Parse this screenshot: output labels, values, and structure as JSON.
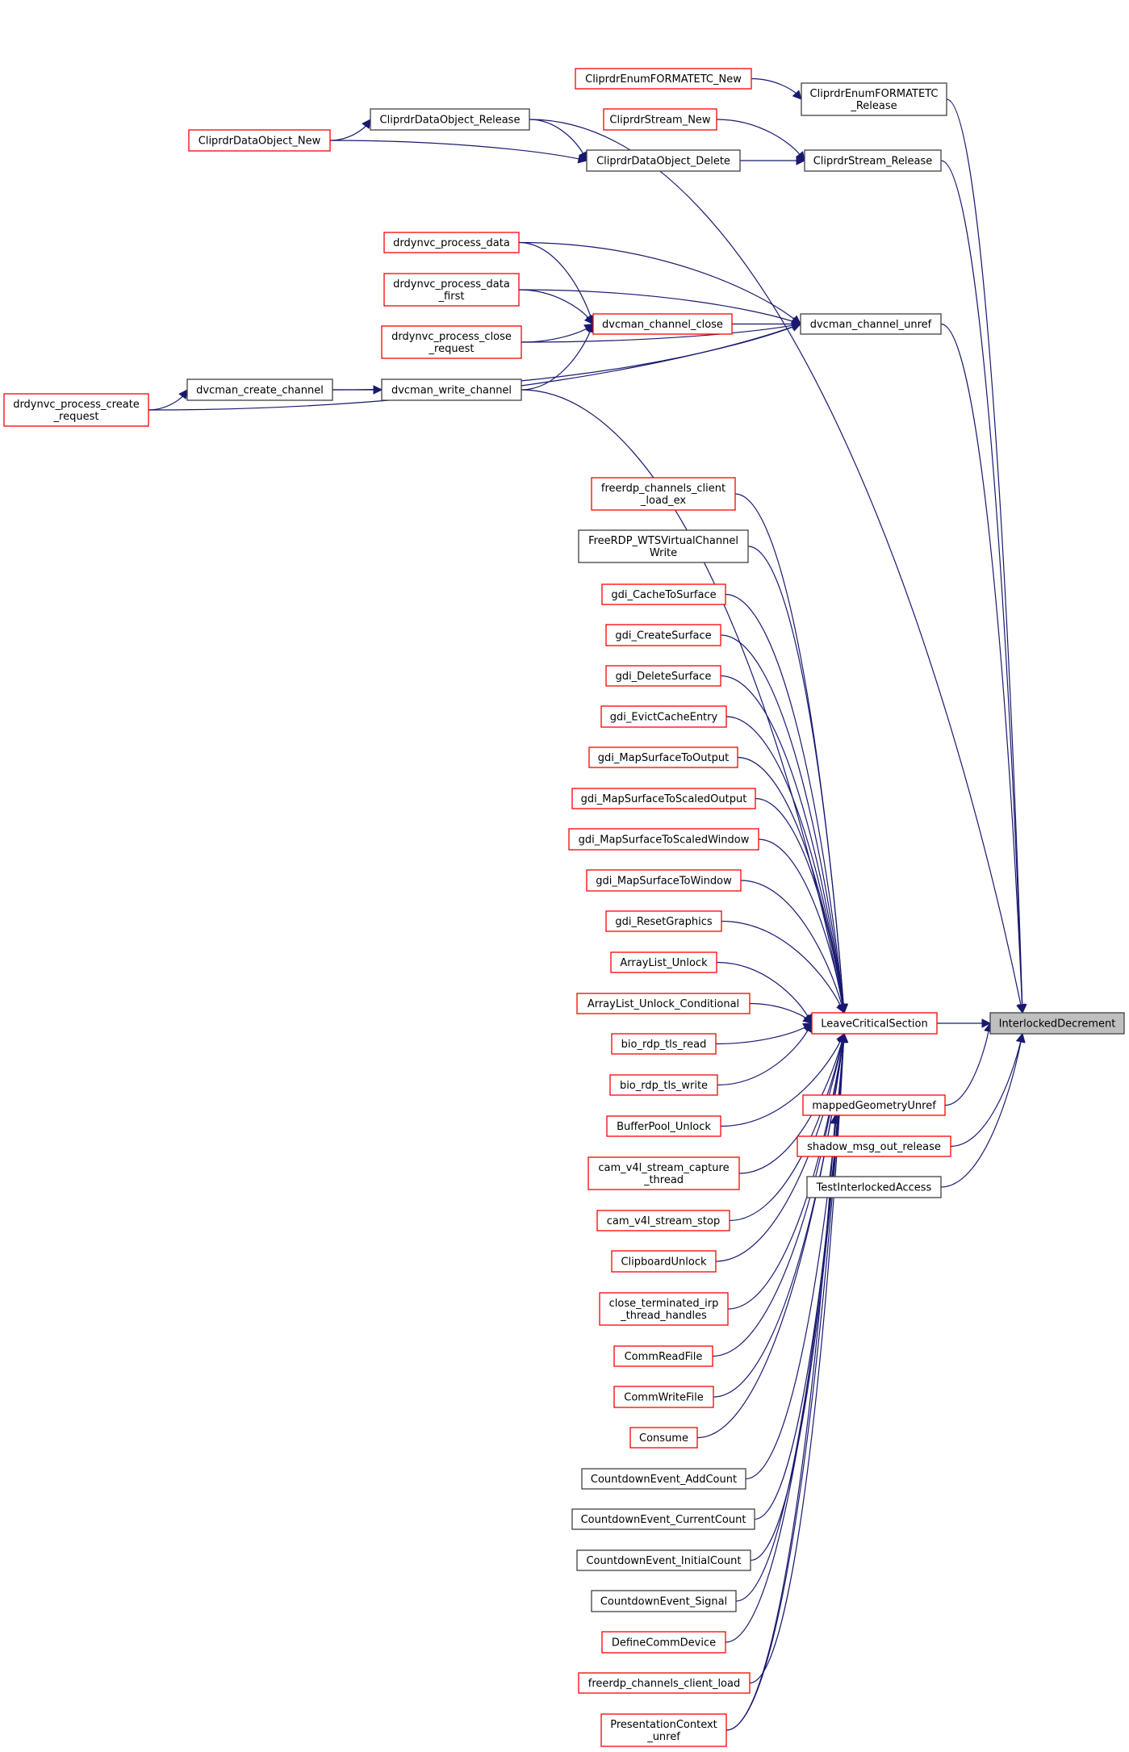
{
  "title": "InterlockedDecrement caller graph",
  "colors": {
    "edge": "#191970",
    "focus_fill": "#bfbfbf",
    "border_default": "#000000",
    "border_truncated": "#ff0000",
    "node_fill": "#ffffff"
  },
  "nodes": [
    {
      "id": "InterlockedDecrement",
      "lines": [
        "InterlockedDecrement"
      ],
      "style": "focus"
    },
    {
      "id": "LeaveCriticalSection",
      "lines": [
        "LeaveCriticalSection"
      ],
      "style": "red"
    },
    {
      "id": "mappedGeometryUnref",
      "lines": [
        "mappedGeometryUnref"
      ],
      "style": "red"
    },
    {
      "id": "shadow_msg_out_release",
      "lines": [
        "shadow_msg_out_release"
      ],
      "style": "red"
    },
    {
      "id": "TestInterlockedAccess",
      "lines": [
        "TestInterlockedAccess"
      ],
      "style": "black"
    },
    {
      "id": "CliprdrEnumFORMATETC_Release",
      "lines": [
        "CliprdrEnumFORMATETC",
        "_Release"
      ],
      "style": "black"
    },
    {
      "id": "CliprdrStream_Release",
      "lines": [
        "CliprdrStream_Release"
      ],
      "style": "black"
    },
    {
      "id": "dvcman_channel_unref",
      "lines": [
        "dvcman_channel_unref"
      ],
      "style": "black"
    },
    {
      "id": "CliprdrEnumFORMATETC_New",
      "lines": [
        "CliprdrEnumFORMATETC_New"
      ],
      "style": "red"
    },
    {
      "id": "CliprdrStream_New",
      "lines": [
        "CliprdrStream_New"
      ],
      "style": "red"
    },
    {
      "id": "CliprdrDataObject_Delete",
      "lines": [
        "CliprdrDataObject_Delete"
      ],
      "style": "black"
    },
    {
      "id": "CliprdrDataObject_Release",
      "lines": [
        "CliprdrDataObject_Release"
      ],
      "style": "black"
    },
    {
      "id": "CliprdrDataObject_New",
      "lines": [
        "CliprdrDataObject_New"
      ],
      "style": "red"
    },
    {
      "id": "dvcman_channel_close",
      "lines": [
        "dvcman_channel_close"
      ],
      "style": "red"
    },
    {
      "id": "drdynvc_process_data",
      "lines": [
        "drdynvc_process_data"
      ],
      "style": "red"
    },
    {
      "id": "drdynvc_process_data_first",
      "lines": [
        "drdynvc_process_data",
        "_first"
      ],
      "style": "red"
    },
    {
      "id": "drdynvc_process_close_request",
      "lines": [
        "drdynvc_process_close",
        "_request"
      ],
      "style": "red"
    },
    {
      "id": "dvcman_write_channel",
      "lines": [
        "dvcman_write_channel"
      ],
      "style": "black"
    },
    {
      "id": "dvcman_create_channel",
      "lines": [
        "dvcman_create_channel"
      ],
      "style": "black"
    },
    {
      "id": "drdynvc_process_create_request",
      "lines": [
        "drdynvc_process_create",
        "_request"
      ],
      "style": "red"
    },
    {
      "id": "freerdp_channels_client_load_ex",
      "lines": [
        "freerdp_channels_client",
        "_load_ex"
      ],
      "style": "red"
    },
    {
      "id": "FreeRDP_WTSVirtualChannelWrite",
      "lines": [
        "FreeRDP_WTSVirtualChannel",
        "Write"
      ],
      "style": "black"
    },
    {
      "id": "gdi_CacheToSurface",
      "lines": [
        "gdi_CacheToSurface"
      ],
      "style": "red"
    },
    {
      "id": "gdi_CreateSurface",
      "lines": [
        "gdi_CreateSurface"
      ],
      "style": "red"
    },
    {
      "id": "gdi_DeleteSurface",
      "lines": [
        "gdi_DeleteSurface"
      ],
      "style": "red"
    },
    {
      "id": "gdi_EvictCacheEntry",
      "lines": [
        "gdi_EvictCacheEntry"
      ],
      "style": "red"
    },
    {
      "id": "gdi_MapSurfaceToOutput",
      "lines": [
        "gdi_MapSurfaceToOutput"
      ],
      "style": "red"
    },
    {
      "id": "gdi_MapSurfaceToScaledOutput",
      "lines": [
        "gdi_MapSurfaceToScaledOutput"
      ],
      "style": "red"
    },
    {
      "id": "gdi_MapSurfaceToScaledWindow",
      "lines": [
        "gdi_MapSurfaceToScaledWindow"
      ],
      "style": "red"
    },
    {
      "id": "gdi_MapSurfaceToWindow",
      "lines": [
        "gdi_MapSurfaceToWindow"
      ],
      "style": "red"
    },
    {
      "id": "gdi_ResetGraphics",
      "lines": [
        "gdi_ResetGraphics"
      ],
      "style": "red"
    },
    {
      "id": "ArrayList_Unlock",
      "lines": [
        "ArrayList_Unlock"
      ],
      "style": "red"
    },
    {
      "id": "ArrayList_Unlock_Conditional",
      "lines": [
        "ArrayList_Unlock_Conditional"
      ],
      "style": "red"
    },
    {
      "id": "bio_rdp_tls_read",
      "lines": [
        "bio_rdp_tls_read"
      ],
      "style": "red"
    },
    {
      "id": "bio_rdp_tls_write",
      "lines": [
        "bio_rdp_tls_write"
      ],
      "style": "red"
    },
    {
      "id": "BufferPool_Unlock",
      "lines": [
        "BufferPool_Unlock"
      ],
      "style": "red"
    },
    {
      "id": "cam_v4l_stream_capture_thread",
      "lines": [
        "cam_v4l_stream_capture",
        "_thread"
      ],
      "style": "red"
    },
    {
      "id": "cam_v4l_stream_stop",
      "lines": [
        "cam_v4l_stream_stop"
      ],
      "style": "red"
    },
    {
      "id": "ClipboardUnlock",
      "lines": [
        "ClipboardUnlock"
      ],
      "style": "red"
    },
    {
      "id": "close_terminated_irp_thread_handles",
      "lines": [
        "close_terminated_irp",
        "_thread_handles"
      ],
      "style": "red"
    },
    {
      "id": "CommReadFile",
      "lines": [
        "CommReadFile"
      ],
      "style": "red"
    },
    {
      "id": "CommWriteFile",
      "lines": [
        "CommWriteFile"
      ],
      "style": "red"
    },
    {
      "id": "Consume",
      "lines": [
        "Consume"
      ],
      "style": "red"
    },
    {
      "id": "CountdownEvent_AddCount",
      "lines": [
        "CountdownEvent_AddCount"
      ],
      "style": "black"
    },
    {
      "id": "CountdownEvent_CurrentCount",
      "lines": [
        "CountdownEvent_CurrentCount"
      ],
      "style": "black"
    },
    {
      "id": "CountdownEvent_InitialCount",
      "lines": [
        "CountdownEvent_InitialCount"
      ],
      "style": "black"
    },
    {
      "id": "CountdownEvent_Signal",
      "lines": [
        "CountdownEvent_Signal"
      ],
      "style": "black"
    },
    {
      "id": "DefineCommDevice",
      "lines": [
        "DefineCommDevice"
      ],
      "style": "red"
    },
    {
      "id": "freerdp_channels_client_load",
      "lines": [
        "freerdp_channels_client_load"
      ],
      "style": "red"
    },
    {
      "id": "PresentationContext_unref",
      "lines": [
        "PresentationContext",
        "_unref"
      ],
      "style": "red"
    }
  ],
  "edges": [
    [
      "LeaveCriticalSection",
      "InterlockedDecrement"
    ],
    [
      "mappedGeometryUnref",
      "InterlockedDecrement"
    ],
    [
      "shadow_msg_out_release",
      "InterlockedDecrement"
    ],
    [
      "TestInterlockedAccess",
      "InterlockedDecrement"
    ],
    [
      "CliprdrEnumFORMATETC_Release",
      "InterlockedDecrement"
    ],
    [
      "CliprdrStream_Release",
      "InterlockedDecrement"
    ],
    [
      "dvcman_channel_unref",
      "InterlockedDecrement"
    ],
    [
      "CliprdrDataObject_Release",
      "InterlockedDecrement"
    ],
    [
      "CliprdrEnumFORMATETC_New",
      "CliprdrEnumFORMATETC_Release"
    ],
    [
      "CliprdrStream_New",
      "CliprdrStream_Release"
    ],
    [
      "CliprdrDataObject_Delete",
      "CliprdrStream_Release"
    ],
    [
      "CliprdrDataObject_Release",
      "CliprdrDataObject_Delete"
    ],
    [
      "CliprdrDataObject_New",
      "CliprdrDataObject_Delete"
    ],
    [
      "CliprdrDataObject_New",
      "CliprdrDataObject_Release"
    ],
    [
      "dvcman_channel_close",
      "dvcman_channel_unref"
    ],
    [
      "drdynvc_process_data",
      "dvcman_channel_unref"
    ],
    [
      "drdynvc_process_data_first",
      "dvcman_channel_unref"
    ],
    [
      "drdynvc_process_close_request",
      "dvcman_channel_unref"
    ],
    [
      "dvcman_create_channel",
      "dvcman_channel_unref"
    ],
    [
      "drdynvc_process_create_request",
      "dvcman_channel_unref"
    ],
    [
      "drdynvc_process_data",
      "dvcman_channel_close"
    ],
    [
      "drdynvc_process_data_first",
      "dvcman_channel_close"
    ],
    [
      "drdynvc_process_close_request",
      "dvcman_channel_close"
    ],
    [
      "dvcman_write_channel",
      "dvcman_channel_close"
    ],
    [
      "dvcman_create_channel",
      "dvcman_write_channel"
    ],
    [
      "drdynvc_process_create_request",
      "dvcman_create_channel"
    ],
    [
      "dvcman_write_channel",
      "LeaveCriticalSection"
    ],
    [
      "freerdp_channels_client_load_ex",
      "LeaveCriticalSection"
    ],
    [
      "FreeRDP_WTSVirtualChannelWrite",
      "LeaveCriticalSection"
    ],
    [
      "gdi_CacheToSurface",
      "LeaveCriticalSection"
    ],
    [
      "gdi_CreateSurface",
      "LeaveCriticalSection"
    ],
    [
      "gdi_DeleteSurface",
      "LeaveCriticalSection"
    ],
    [
      "gdi_EvictCacheEntry",
      "LeaveCriticalSection"
    ],
    [
      "gdi_MapSurfaceToOutput",
      "LeaveCriticalSection"
    ],
    [
      "gdi_MapSurfaceToScaledOutput",
      "LeaveCriticalSection"
    ],
    [
      "gdi_MapSurfaceToScaledWindow",
      "LeaveCriticalSection"
    ],
    [
      "gdi_MapSurfaceToWindow",
      "LeaveCriticalSection"
    ],
    [
      "gdi_ResetGraphics",
      "LeaveCriticalSection"
    ],
    [
      "ArrayList_Unlock",
      "LeaveCriticalSection"
    ],
    [
      "ArrayList_Unlock_Conditional",
      "LeaveCriticalSection"
    ],
    [
      "bio_rdp_tls_read",
      "LeaveCriticalSection"
    ],
    [
      "bio_rdp_tls_write",
      "LeaveCriticalSection"
    ],
    [
      "BufferPool_Unlock",
      "LeaveCriticalSection"
    ],
    [
      "cam_v4l_stream_capture_thread",
      "LeaveCriticalSection"
    ],
    [
      "cam_v4l_stream_stop",
      "LeaveCriticalSection"
    ],
    [
      "ClipboardUnlock",
      "LeaveCriticalSection"
    ],
    [
      "close_terminated_irp_thread_handles",
      "LeaveCriticalSection"
    ],
    [
      "CommReadFile",
      "LeaveCriticalSection"
    ],
    [
      "CommWriteFile",
      "LeaveCriticalSection"
    ],
    [
      "Consume",
      "LeaveCriticalSection"
    ],
    [
      "CountdownEvent_AddCount",
      "LeaveCriticalSection"
    ],
    [
      "CountdownEvent_CurrentCount",
      "LeaveCriticalSection"
    ],
    [
      "CountdownEvent_InitialCount",
      "LeaveCriticalSection"
    ],
    [
      "CountdownEvent_Signal",
      "LeaveCriticalSection"
    ],
    [
      "DefineCommDevice",
      "LeaveCriticalSection"
    ],
    [
      "freerdp_channels_client_load",
      "LeaveCriticalSection"
    ],
    [
      "PresentationContext_unref",
      "LeaveCriticalSection"
    ],
    [
      "PresentationContext_unref",
      "mappedGeometryUnref"
    ]
  ]
}
